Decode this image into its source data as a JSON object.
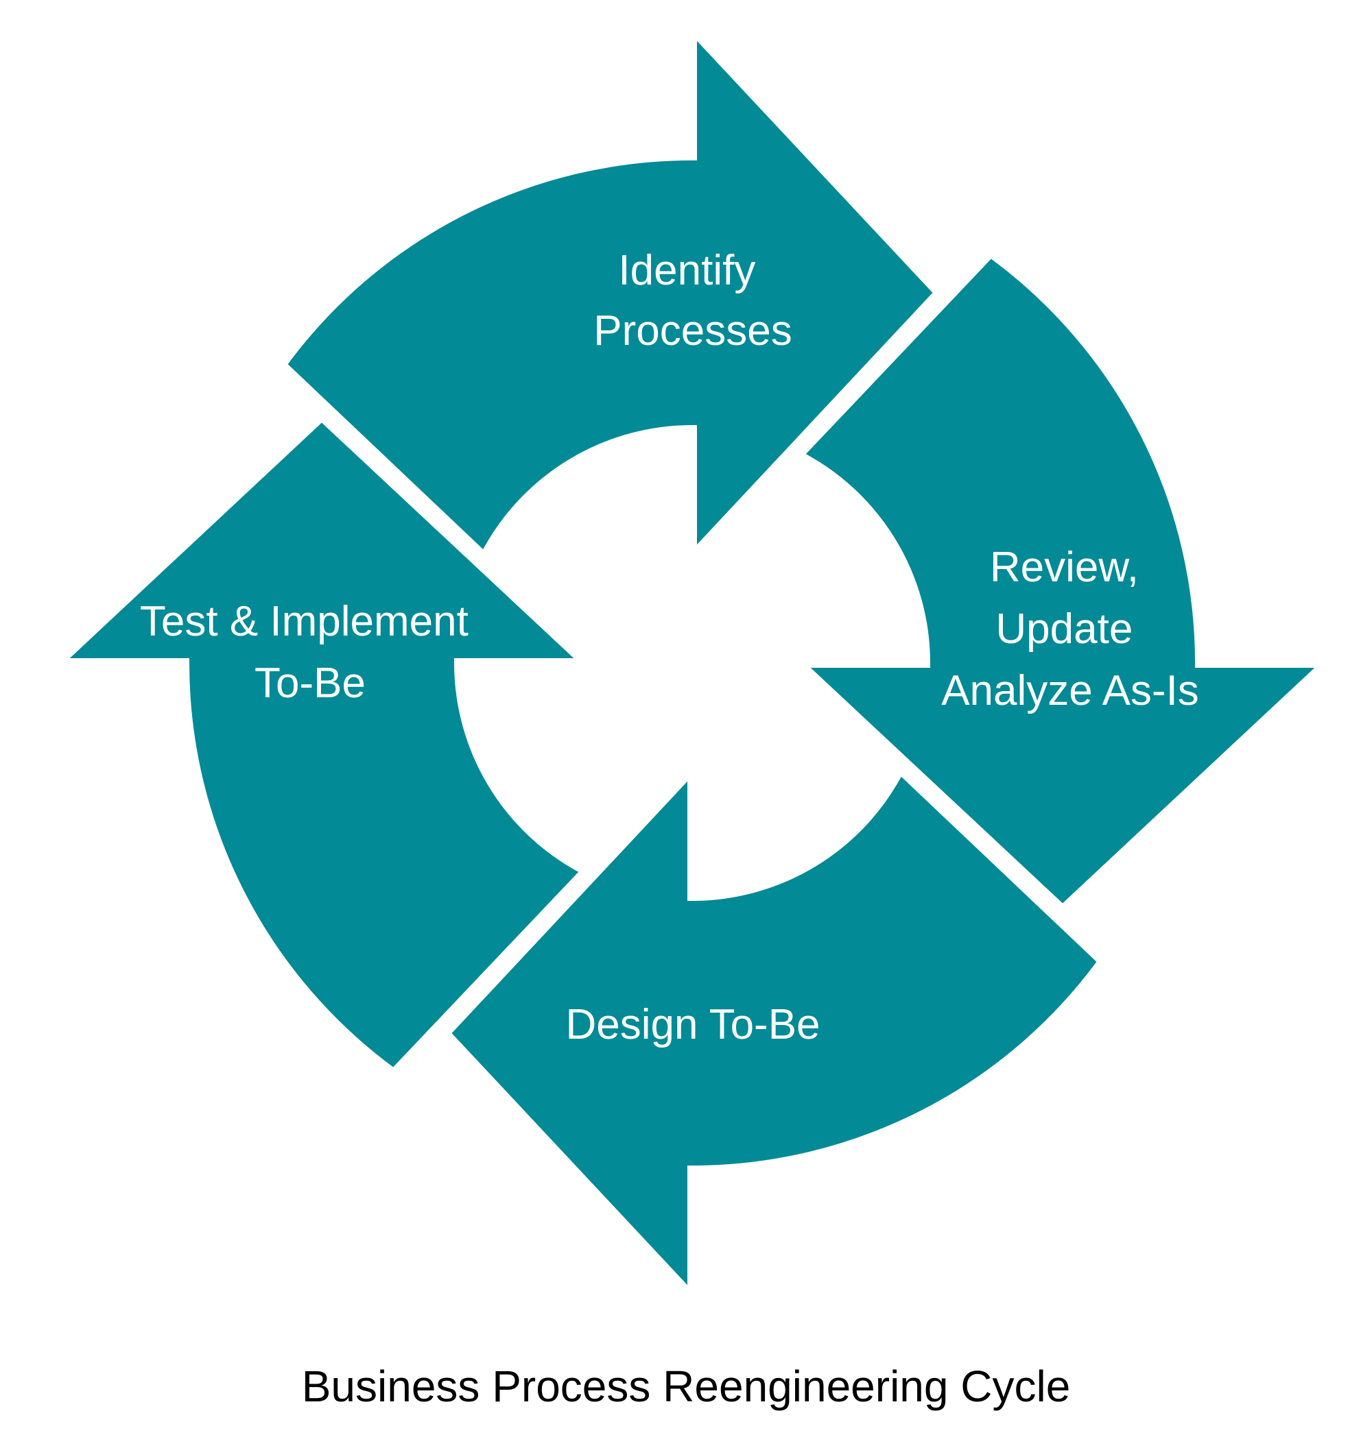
{
  "colors": {
    "arrow_fill": "#028a96",
    "gap": "#ffffff",
    "label_text": "#ffffff",
    "caption_text": "#000000"
  },
  "steps": [
    {
      "id": "identify",
      "lines": [
        "Identify",
        "Processes"
      ]
    },
    {
      "id": "review",
      "lines": [
        "Review,",
        "Update",
        "Analyze As-Is"
      ]
    },
    {
      "id": "design",
      "lines": [
        "Design To-Be"
      ]
    },
    {
      "id": "test",
      "lines": [
        "Test & Implement",
        "To-Be"
      ]
    }
  ],
  "caption": "Business Process Reengineering Cycle"
}
